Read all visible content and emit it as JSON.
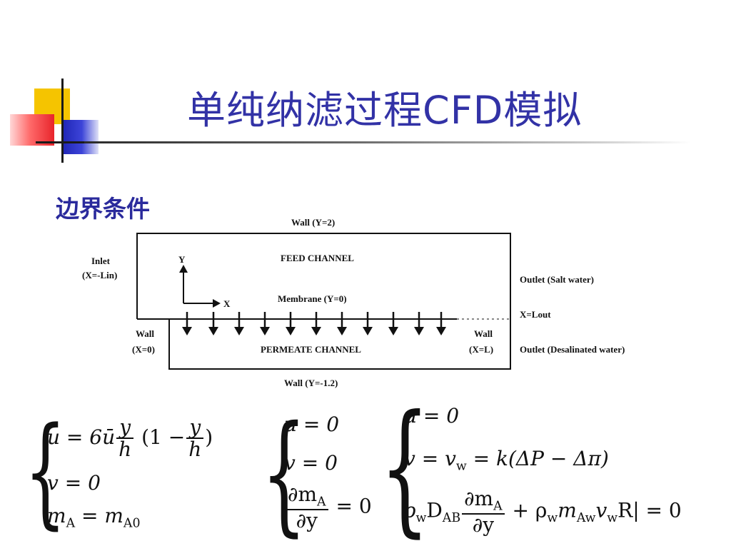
{
  "slide": {
    "title": "单纯纳滤过程CFD模拟",
    "subtitle": "边界条件"
  },
  "diagram": {
    "wall_top": "Wall (Y=2)",
    "inlet": "Inlet",
    "inlet_pos": "(X=-Lin)",
    "y_axis": "Y",
    "x_axis": "X",
    "feed_channel": "FEED CHANNEL",
    "membrane": "Membrane (Y=0)",
    "outlet_salt": "Outlet (Salt water)",
    "x_lout": "X=Lout",
    "wall_left": "Wall",
    "wall_left_pos": "(X=0)",
    "permeate_channel": "PERMEATE CHANNEL",
    "wall_right": "Wall",
    "wall_right_pos": "(X=L)",
    "outlet_desal": "Outlet (Desalinated water)",
    "wall_bottom": "Wall (Y=-1.2)"
  },
  "equations": {
    "inlet": {
      "line1_lhs": "u = 6",
      "line1_ubar": "ū",
      "line1_y": "y",
      "line1_h": "h",
      "line1_open": "(1 −",
      "line1_y2": "y",
      "line1_h2": "h",
      "line1_close": ")",
      "line2": "v = 0",
      "line3_lhs": "m",
      "line3_sub": "A",
      "line3_eq": " = m",
      "line3_sub2": "A0"
    },
    "wall": {
      "line1": "u = 0",
      "line2": "v = 0",
      "line3_num": "∂m",
      "line3_num_sub": "A",
      "line3_den": "∂y",
      "line3_rhs": "= 0"
    },
    "membrane": {
      "line1": "u = 0",
      "line2_a": "v = v",
      "line2_sub": "w",
      "line2_b": " = k(ΔP − Δπ)",
      "line3_a": "ρ",
      "line3_sub_w": "w",
      "line3_D": "D",
      "line3_sub_ab": "AB",
      "line3_num": "∂m",
      "line3_num_sub": "A",
      "line3_den": "∂y",
      "line3_b": " + ρ",
      "line3_sub_w2": "w",
      "line3_m": "m",
      "line3_sub_aw": "Aw",
      "line3_v": "v",
      "line3_sub_w3": "w",
      "line3_R": "R| = 0"
    }
  }
}
